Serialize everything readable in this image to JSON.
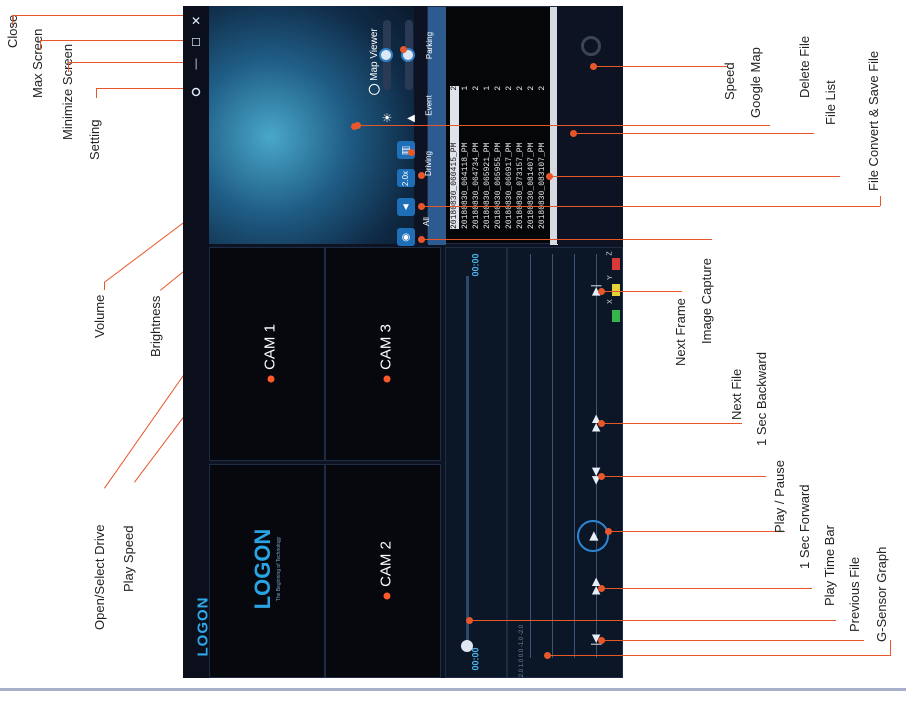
{
  "window_controls": {
    "close": "✕",
    "max": "☐",
    "min": "—"
  },
  "app": {
    "logo": "LOGON",
    "logo_tagline": "The Beginning of Technology",
    "cams": [
      "CAM 1",
      "CAM 2",
      "CAM 3"
    ],
    "map_title": "Map Viewer",
    "play_speed": "2.0x",
    "time_start": "00:00",
    "time_end": "00:00",
    "gsensor_axes": [
      "X",
      "Y",
      "Z"
    ],
    "gsensor_scale": [
      "2.0",
      "1.0",
      "0.0",
      "-1.0",
      "-2.0"
    ],
    "tabs": [
      "All",
      "Driving",
      "Event",
      "Parking"
    ],
    "files": [
      {
        "name": "20180830_060415_PM",
        "event": "2",
        "selected": true
      },
      {
        "name": "20180830_064118_PM",
        "event": "1"
      },
      {
        "name": "20180830_064734_PM",
        "event": "2"
      },
      {
        "name": "20180830_065921_PM",
        "event": "1"
      },
      {
        "name": "20180830_065955_PM",
        "event": "2"
      },
      {
        "name": "20180830_066917_PM",
        "event": "2"
      },
      {
        "name": "20180830_073157_PM",
        "event": "2"
      },
      {
        "name": "20180830_081407_PM",
        "event": "2"
      },
      {
        "name": "20180830_083107_PM",
        "event": "2"
      }
    ]
  },
  "annotations": {
    "close": "Close",
    "max_screen": "Max Screen",
    "minimize_screen": "Minimize Screen",
    "setting": "Setting",
    "volume": "Volume",
    "brightness": "Brightness",
    "open_select_drive": "Open/Select Drive",
    "play_speed": "Play Speed",
    "speed": "Speed",
    "google_map": "Google Map",
    "delete_file": "Delete File",
    "file_list": "File List",
    "file_convert": "File Convert & Save File",
    "next_frame": "Next Frame",
    "image_capture": "Image Capture",
    "next_file": "Next File",
    "sec_backward": "1 Sec Backward",
    "play_pause": "Play / Pause",
    "sec_forward": "1 Sec Forward",
    "play_time_bar": "Play Time Bar",
    "previous_file": "Previous File",
    "gsensor_graph": "G-Sensor Graph"
  },
  "colors": {
    "accent": "#e8572a",
    "app_bg": "#0d1322",
    "button_blue": "#1f6fb8"
  }
}
